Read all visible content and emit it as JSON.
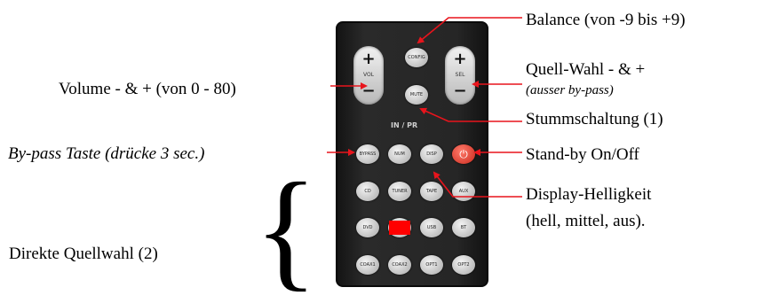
{
  "labels": {
    "balance": "Balance (von -9 bis +9)",
    "volume": "Volume - & + (von 0 - 80)",
    "quell_wahl": "Quell-Wahl - & +",
    "quell_wahl_note": "(ausser by-pass)",
    "stumm": "Stummschaltung (1)",
    "bypass": "By-pass Taste (drücke  3 sec.)",
    "standby": "Stand-by On/Off",
    "display": "Display-Helligkeit",
    "display_note": " (hell, mittel, aus).",
    "direkt": "Direkte Quellwahl (2)"
  },
  "remote": {
    "vol_plus": "+",
    "vol_minus": "−",
    "vol_label": "VOL",
    "sel_plus": "+",
    "sel_minus": "−",
    "sel_label": "SEL",
    "config": "CONFIG",
    "mute": "MUTE",
    "in_pr": "IN / PR",
    "row1": [
      "BYPASS",
      "NUM",
      "DISP"
    ],
    "power_symbol": "⏻",
    "row2": [
      "CD",
      "TUNER",
      "TAPE",
      "AUX"
    ],
    "row3": [
      "DVD",
      "",
      "USB",
      "BT"
    ],
    "row4": [
      "COAX1",
      "COAX2",
      "OPT1",
      "OPT2"
    ]
  },
  "colors": {
    "arrow": "#e8141c",
    "power": "#d32a1e",
    "highlight": "#ff0000"
  }
}
